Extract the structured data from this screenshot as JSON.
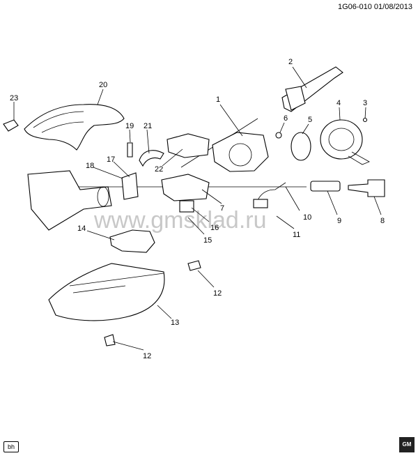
{
  "header": {
    "code": "1G06-010 01/08/2013"
  },
  "footer": {
    "badge": "bh",
    "logo_text": "GM"
  },
  "watermark": "www.gmsklad.ru",
  "callouts": [
    {
      "id": "c1",
      "text": "1"
    },
    {
      "id": "c2",
      "text": "2"
    },
    {
      "id": "c3",
      "text": "3"
    },
    {
      "id": "c4",
      "text": "4"
    },
    {
      "id": "c5",
      "text": "5"
    },
    {
      "id": "c6",
      "text": "6"
    },
    {
      "id": "c7",
      "text": "7"
    },
    {
      "id": "c8",
      "text": "8"
    },
    {
      "id": "c9",
      "text": "9"
    },
    {
      "id": "c10",
      "text": "10"
    },
    {
      "id": "c11",
      "text": "11"
    },
    {
      "id": "c12a",
      "text": "12"
    },
    {
      "id": "c12b",
      "text": "12"
    },
    {
      "id": "c13",
      "text": "13"
    },
    {
      "id": "c14",
      "text": "14"
    },
    {
      "id": "c15",
      "text": "15"
    },
    {
      "id": "c16",
      "text": "16"
    },
    {
      "id": "c17",
      "text": "17"
    },
    {
      "id": "c18",
      "text": "18"
    },
    {
      "id": "c19",
      "text": "19"
    },
    {
      "id": "c20",
      "text": "20"
    },
    {
      "id": "c21",
      "text": "21"
    },
    {
      "id": "c22",
      "text": "22"
    },
    {
      "id": "c23",
      "text": "23"
    }
  ]
}
